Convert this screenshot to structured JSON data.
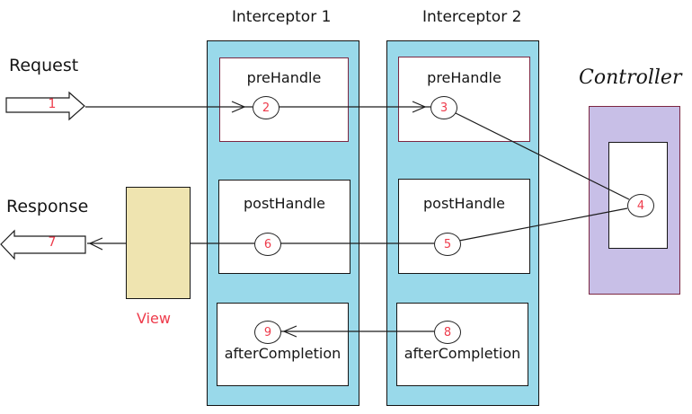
{
  "request": {
    "label": "Request"
  },
  "response": {
    "label": "Response"
  },
  "controller": {
    "label": "Controller"
  },
  "view": {
    "label": "View"
  },
  "interceptor1": {
    "title": "Interceptor 1",
    "pre_handle": "preHandle",
    "post_handle": "postHandle",
    "after_completion": "afterCompletion"
  },
  "interceptor2": {
    "title": "Interceptor 2",
    "pre_handle": "preHandle",
    "post_handle": "postHandle",
    "after_completion": "afterCompletion"
  },
  "steps": {
    "request": "1",
    "interceptor1_pre_handle": "2",
    "interceptor2_pre_handle": "3",
    "controller": "4",
    "interceptor2_post_handle": "5",
    "interceptor1_post_handle": "6",
    "response": "7",
    "interceptor2_after_completion": "8",
    "interceptor1_after_completion": "9"
  },
  "colors": {
    "interceptor_fill": "#99d9ea",
    "controller_fill": "#c8bfe7",
    "view_fill": "#efe4b0",
    "prehandle_border": "#7c2742",
    "controller_border": "#7c2742",
    "step_red": "#ee3b4b"
  }
}
